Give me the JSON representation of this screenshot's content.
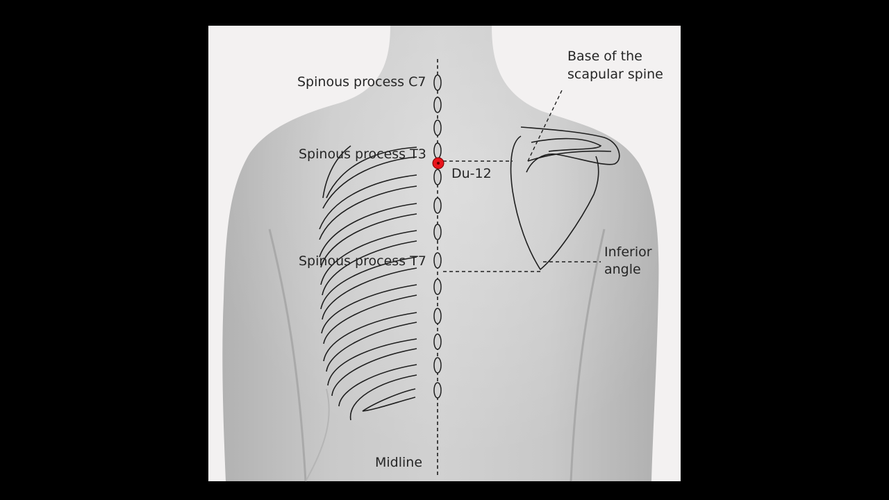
{
  "colors": {
    "background": "#000000",
    "panel": "#f3f1f1",
    "skin": "#c4c4c4",
    "line": "#1e1e1e",
    "acupoint": "#e8141c"
  },
  "labels": {
    "c7": "Spinous process C7",
    "t3": "Spinous process T3",
    "t7": "Spinous process T7",
    "du12": "Du-12",
    "scapular_spine_1": "Base of the",
    "scapular_spine_2": "scapular spine",
    "inferior_angle_1": "Inferior",
    "inferior_angle_2": "angle",
    "midline": "Midline"
  }
}
